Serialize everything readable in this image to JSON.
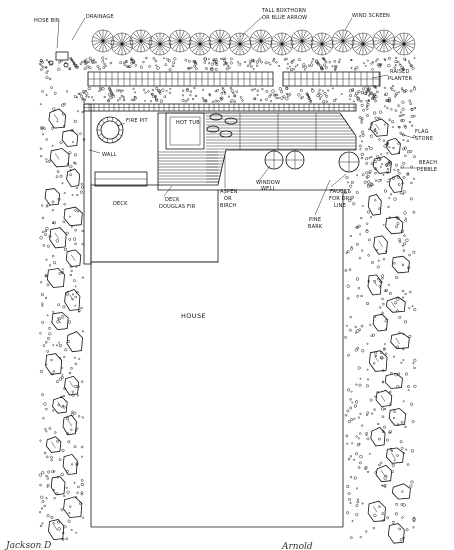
{
  "labels": {
    "hose_bin": "HOSE BIN",
    "drainage": "DRAINAGE",
    "tall_boxthorn": "TALL BOXTHORN",
    "or_blue_arrow": "OR BLUE ARROW",
    "wind_screen": "WIND SCREEN",
    "raised_planter_1": "RAISED",
    "raised_planter_2": "PLANTER",
    "fire_pit": "FIRE PIT",
    "hot_tub": "HOT TUB",
    "wall": "WALL",
    "flag_stone_1": "FLAG",
    "flag_stone_2": "STONE",
    "beach_pebble_1": "BEACH",
    "beach_pebble_2": "PEBBLE",
    "window_well_1": "WINDOW",
    "window_well_2": "WELL",
    "aspen_1": "ASPEN",
    "aspen_2": "OR",
    "aspen_3": "BIRCH",
    "deck_fir_1": "DECK",
    "deck_fir_2": "DOUGLAS FIR",
    "deck": "DECK",
    "faucet_1": "FAUCET",
    "faucet_2": "FOR DRIP",
    "faucet_3": "LINE",
    "pine_bark_1": "PINE",
    "pine_bark_2": "BARK",
    "house": "HOUSE"
  },
  "footer": {
    "left_note": "Jackson D",
    "right_note": "Arnold"
  },
  "colors": {
    "ink": "#111111",
    "paper": "#ffffff"
  }
}
